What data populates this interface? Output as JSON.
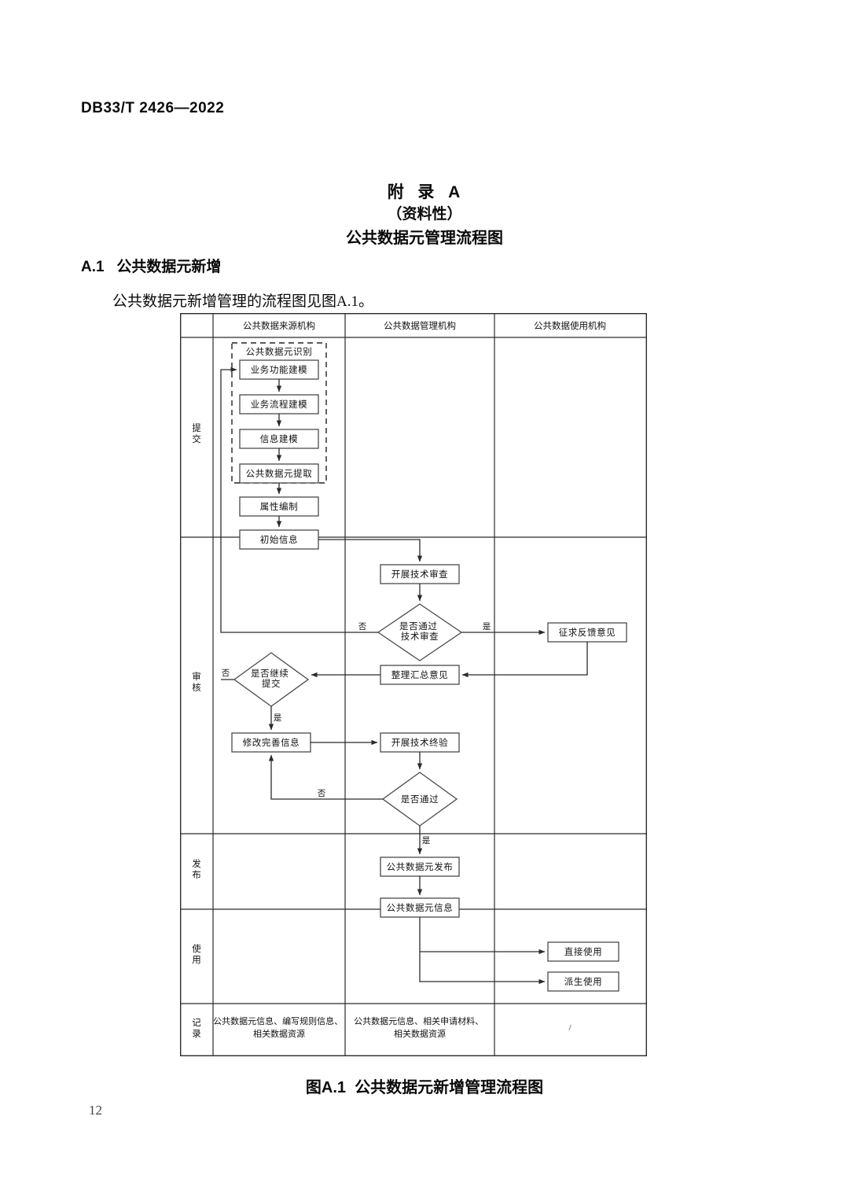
{
  "document": {
    "header": "DB33/T 2426—2022",
    "appendix_title": "附  录  A",
    "appendix_subtitle": "（资料性）",
    "appendix_name": "公共数据元管理流程图",
    "section_heading": "A.1   公共数据元新增",
    "section_body": "公共数据元新增管理的流程图见图A.1。",
    "figure_caption": "图A.1  公共数据元新增管理流程图",
    "page_number": "12"
  },
  "diagram": {
    "columns": [
      {
        "label": "公共数据来源机构"
      },
      {
        "label": "公共数据管理机构"
      },
      {
        "label": "公共数据使用机构"
      }
    ],
    "rows": [
      {
        "label": "提交"
      },
      {
        "label": "审核"
      },
      {
        "label": "发布"
      },
      {
        "label": "使用"
      },
      {
        "label": "记录"
      }
    ],
    "group": {
      "title": "公共数据元识别"
    },
    "nodes": {
      "business_function_modeling": "业务功能建模",
      "business_process_modeling": "业务流程建模",
      "information_modeling": "信息建模",
      "data_element_extraction": "公共数据元提取",
      "attribute_compilation": "属性编制",
      "initial_information": "初始信息",
      "technical_review": "开展技术审查",
      "review_decision": "是否通过\n技术审查",
      "review_decision_line1": "是否通过",
      "review_decision_line2": "技术审查",
      "solicit_feedback": "征求反馈意见",
      "summarize_opinions": "整理汇总意见",
      "continue_decision_line1": "是否继续",
      "continue_decision_line2": "提交",
      "revise_information": "修改完善信息",
      "final_inspection": "开展技术终验",
      "pass_decision": "是否通过",
      "publish_data_element": "公共数据元发布",
      "data_element_information": "公共数据元信息",
      "direct_use": "直接使用",
      "derivative_use": "派生使用"
    },
    "edge_labels": {
      "review_no": "否",
      "review_yes": "是",
      "continue_no": "否",
      "continue_yes": "是",
      "pass_no": "否",
      "pass_yes": "是"
    },
    "record_row": {
      "source_line1": "公共数据元信息、编写规则信息、",
      "source_line2": "相关数据资源",
      "manage_line1": "公共数据元信息、相关申请材料、",
      "manage_line2": "相关数据资源",
      "use": "/"
    }
  }
}
